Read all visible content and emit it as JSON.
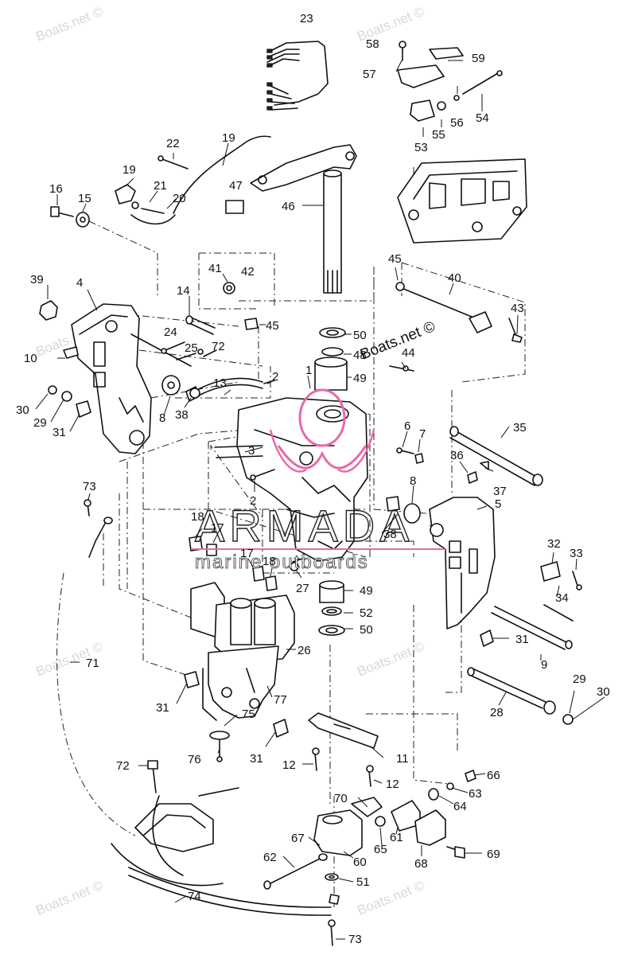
{
  "watermark": {
    "text": "Boats.net ©",
    "logo_main": "ARMADA",
    "logo_sub": "marine outboards"
  },
  "colors": {
    "line": "#111111",
    "watermark": "#d8d8d8",
    "logo_octopus": "#e86aa8"
  },
  "callouts": [
    {
      "num": "23"
    },
    {
      "num": "58"
    },
    {
      "num": "59"
    },
    {
      "num": "57"
    },
    {
      "num": "54"
    },
    {
      "num": "56"
    },
    {
      "num": "55"
    },
    {
      "num": "53"
    },
    {
      "num": "22"
    },
    {
      "num": "19"
    },
    {
      "num": "19"
    },
    {
      "num": "16"
    },
    {
      "num": "15"
    },
    {
      "num": "21"
    },
    {
      "num": "20"
    },
    {
      "num": "47"
    },
    {
      "num": "46"
    },
    {
      "num": "45"
    },
    {
      "num": "40"
    },
    {
      "num": "43"
    },
    {
      "num": "41"
    },
    {
      "num": "42"
    },
    {
      "num": "39"
    },
    {
      "num": "4"
    },
    {
      "num": "14"
    },
    {
      "num": "45"
    },
    {
      "num": "50"
    },
    {
      "num": "48"
    },
    {
      "num": "44"
    },
    {
      "num": "49"
    },
    {
      "num": "10"
    },
    {
      "num": "24"
    },
    {
      "num": "25"
    },
    {
      "num": "72"
    },
    {
      "num": "2"
    },
    {
      "num": "1"
    },
    {
      "num": "30"
    },
    {
      "num": "29"
    },
    {
      "num": "31"
    },
    {
      "num": "8"
    },
    {
      "num": "38"
    },
    {
      "num": "13"
    },
    {
      "num": "6"
    },
    {
      "num": "7"
    },
    {
      "num": "35"
    },
    {
      "num": "3"
    },
    {
      "num": "36"
    },
    {
      "num": "37"
    },
    {
      "num": "73"
    },
    {
      "num": "2"
    },
    {
      "num": "8"
    },
    {
      "num": "5"
    },
    {
      "num": "18"
    },
    {
      "num": "17"
    },
    {
      "num": "38"
    },
    {
      "num": "32"
    },
    {
      "num": "33"
    },
    {
      "num": "17"
    },
    {
      "num": "18"
    },
    {
      "num": "27"
    },
    {
      "num": "49"
    },
    {
      "num": "34"
    },
    {
      "num": "52"
    },
    {
      "num": "50"
    },
    {
      "num": "31"
    },
    {
      "num": "26"
    },
    {
      "num": "9"
    },
    {
      "num": "71"
    },
    {
      "num": "77"
    },
    {
      "num": "31"
    },
    {
      "num": "29"
    },
    {
      "num": "30"
    },
    {
      "num": "28"
    },
    {
      "num": "75"
    },
    {
      "num": "76"
    },
    {
      "num": "31"
    },
    {
      "num": "11"
    },
    {
      "num": "12"
    },
    {
      "num": "72"
    },
    {
      "num": "12"
    },
    {
      "num": "66"
    },
    {
      "num": "70"
    },
    {
      "num": "63"
    },
    {
      "num": "64"
    },
    {
      "num": "61"
    },
    {
      "num": "67"
    },
    {
      "num": "65"
    },
    {
      "num": "69"
    },
    {
      "num": "62"
    },
    {
      "num": "60"
    },
    {
      "num": "68"
    },
    {
      "num": "51"
    },
    {
      "num": "74"
    },
    {
      "num": "73"
    }
  ]
}
